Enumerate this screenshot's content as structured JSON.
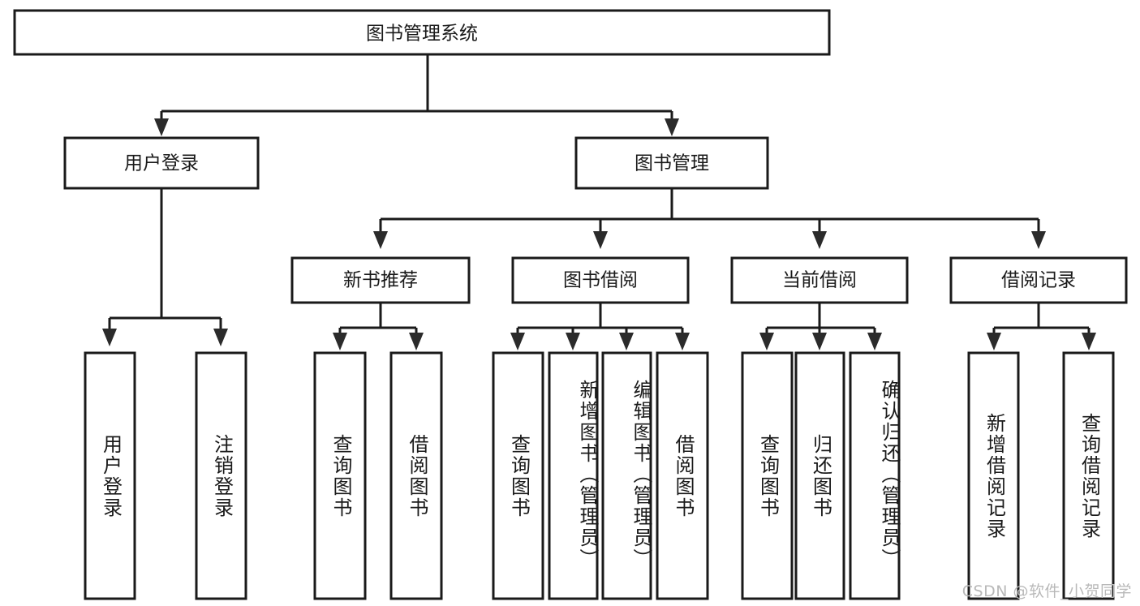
{
  "diagram": {
    "title": "图书管理系统",
    "type": "tree-hierarchy-diagram",
    "colors": {
      "box_stroke": "#1a1a1a",
      "box_fill": "#ffffff",
      "connector": "#1a1a1a",
      "text": "#1a1a1a",
      "watermark": "#b9b9b9",
      "background": "#ffffff"
    },
    "root": {
      "label": "图书管理系统"
    },
    "level2": [
      {
        "label": "用户登录"
      },
      {
        "label": "图书管理"
      }
    ],
    "level3": [
      {
        "label": "新书推荐"
      },
      {
        "label": "图书借阅"
      },
      {
        "label": "当前借阅"
      },
      {
        "label": "借阅记录"
      }
    ],
    "leaves": {
      "user_login": [
        {
          "label": "用户登录"
        },
        {
          "label": "注销登录"
        }
      ],
      "new_book_recommend": [
        {
          "label": "查询图书"
        },
        {
          "label": "借阅图书"
        }
      ],
      "book_borrow": [
        {
          "label": "查询图书"
        },
        {
          "label": "新增图书（管理员）"
        },
        {
          "label": "编辑图书（管理员）"
        },
        {
          "label": "借阅图书"
        }
      ],
      "current_borrow": [
        {
          "label": "查询图书"
        },
        {
          "label": "归还图书"
        },
        {
          "label": "确认归还（管理员）"
        }
      ],
      "borrow_records": [
        {
          "label": "新增借阅记录"
        },
        {
          "label": "查询借阅记录"
        }
      ]
    },
    "watermark": "CSDN @软件_小贺同学"
  }
}
